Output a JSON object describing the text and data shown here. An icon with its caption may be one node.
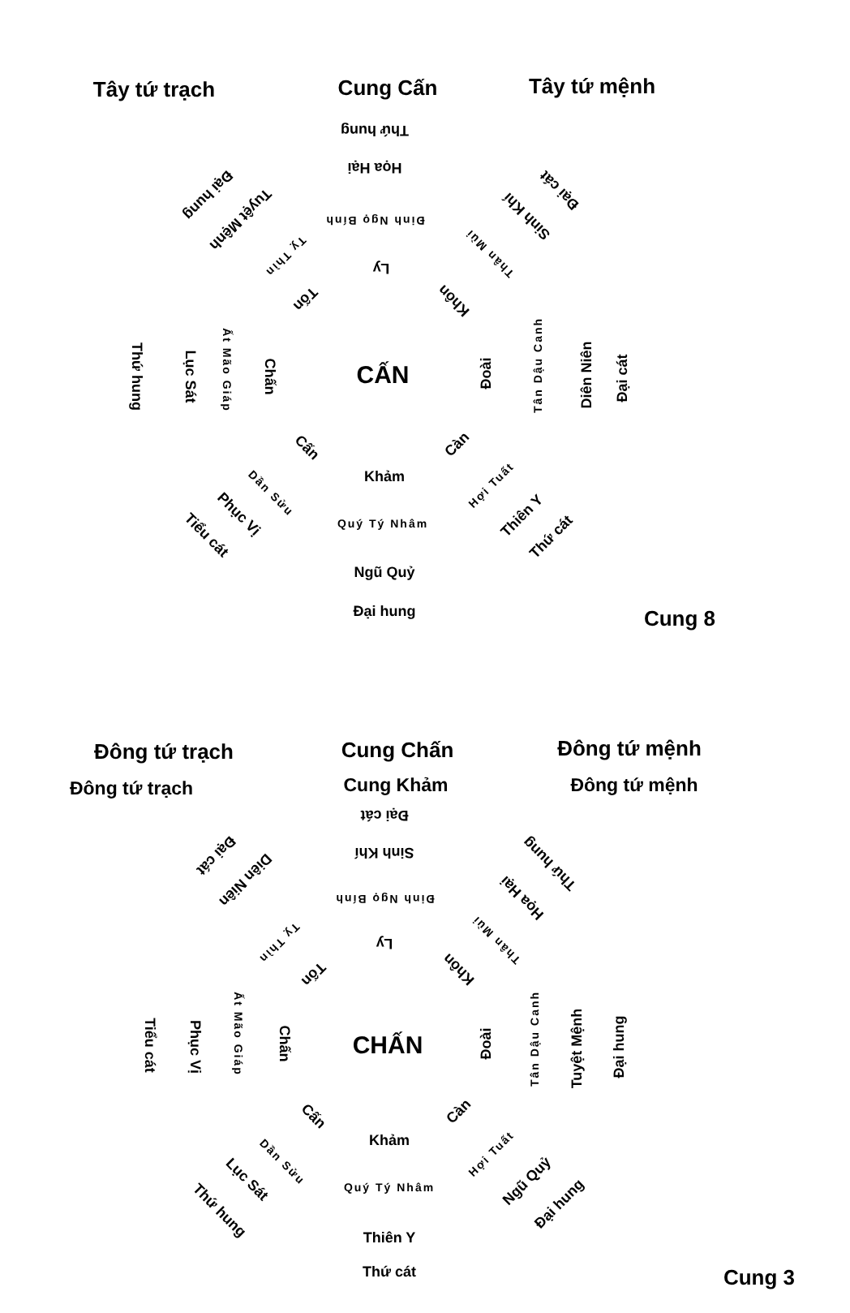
{
  "diagram": {
    "labels": [
      "Tây tứ trạch",
      "Cung Cấn",
      "Tây tứ mệnh",
      "Thứ hung",
      "Họa Hại",
      "Đại hung",
      "Tuyệt Mệnh",
      "Đại cát",
      "Sinh Khí",
      "Đinh Ngọ Bính",
      "Tỵ Thìn",
      "Thân Mùi",
      "Ly",
      "Tốn",
      "Khôn",
      "Thứ hung",
      "Lục Sát",
      "Ất Mão Giáp",
      "Chấn",
      "CẤN",
      "Đoài",
      "Tân Dậu Canh",
      "Diên Niên",
      "Đại cát",
      "Cấn",
      "Càn",
      "Khảm",
      "Dần Sửu",
      "Hợi Tuất",
      "Phục Vị",
      "Thiên Y",
      "Quý Tý Nhâm",
      "Tiểu cát",
      "Thứ cát",
      "Ngũ Quỷ",
      "Đại hung",
      "Cung 8",
      "Đông tứ trạch",
      "Cung Chấn",
      "Đông tứ mệnh",
      "Đông tứ trạch",
      "Cung Khảm",
      "Đông tứ mệnh",
      "Đại cát",
      "Sinh Khí",
      "Đại cát",
      "Diên Niên",
      "Thứ hung",
      "Họa Hại",
      "Đinh Ngọ Bính",
      "Tỵ Thìn",
      "Thân Mùi",
      "Ly",
      "Tốn",
      "Khôn",
      "Tiểu cát",
      "Phục Vị",
      "Ất Mão Giáp",
      "Chấn",
      "CHẤN",
      "Đoài",
      "Tân Dậu Canh",
      "Tuyệt Mệnh",
      "Đại hung",
      "Cấn",
      "Càn",
      "Khảm",
      "Dần Sửu",
      "Hợi Tuất",
      "Lục Sát",
      "Ngũ Quỷ",
      "Quý Tý Nhâm",
      "Thứ hung",
      "Đại hung",
      "Thiên Y",
      "Thứ cát",
      "Cung 3"
    ]
  }
}
